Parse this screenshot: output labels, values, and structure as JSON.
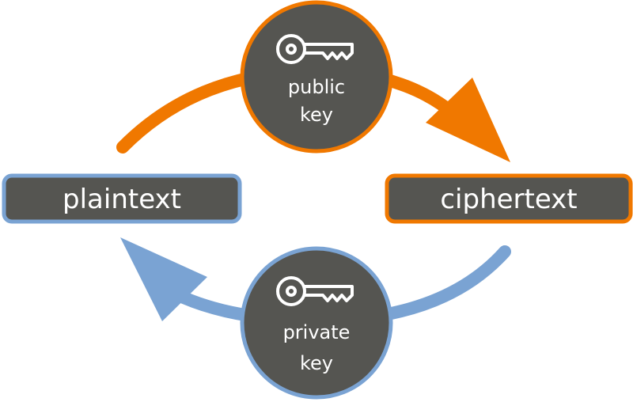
{
  "nodes": {
    "plaintext": {
      "label": "plaintext"
    },
    "ciphertext": {
      "label": "ciphertext"
    },
    "public_key": {
      "line1": "public",
      "line2": "key",
      "icon": "key-icon"
    },
    "private_key": {
      "line1": "private",
      "line2": "key",
      "icon": "key-icon"
    }
  },
  "colors": {
    "dark_fill": "#555551",
    "orange": "#f07800",
    "blue": "#7aa3d3",
    "text": "#ffffff",
    "background": "#ffffff"
  }
}
